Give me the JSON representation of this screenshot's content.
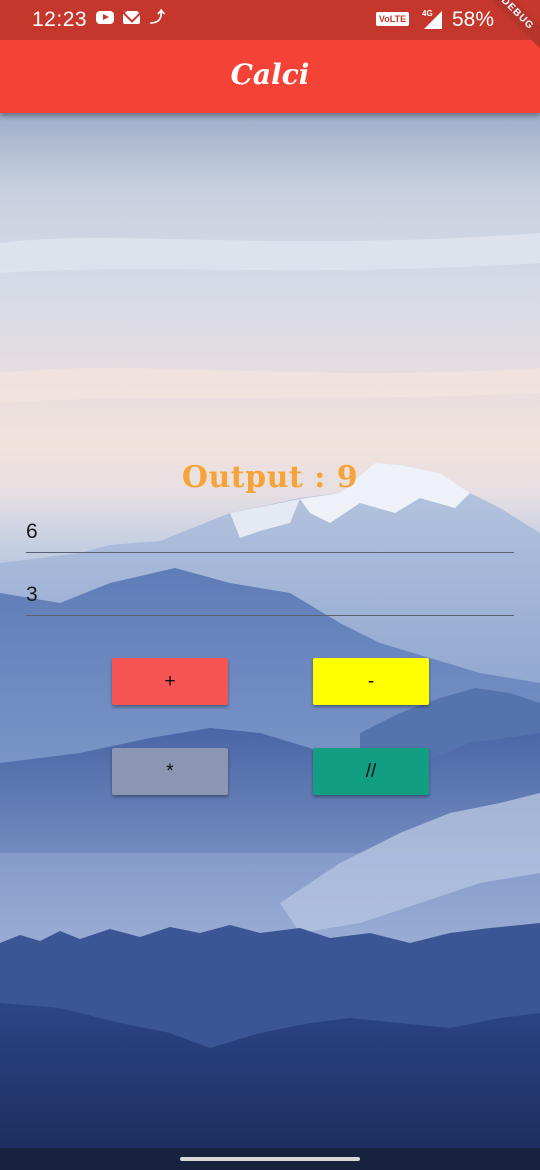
{
  "status_bar": {
    "time": "12:23",
    "volte": "VoLTE",
    "network": "4G",
    "battery": "58%",
    "debug_banner": "DEBUG",
    "icons": [
      "youtube-icon",
      "gmail-icon",
      "missed-call-icon",
      "signal-icon",
      "battery-icon"
    ]
  },
  "app_bar": {
    "title": "Calci",
    "color": "#f44336"
  },
  "calculator": {
    "output_text": "Output : 9",
    "first_number": "6",
    "second_number": "3",
    "buttons": [
      {
        "label": "+",
        "color": "#f65353"
      },
      {
        "label": "-",
        "color": "#ffff00"
      },
      {
        "label": "*",
        "color": "#8a96b2"
      },
      {
        "label": "//",
        "color": "#129e82"
      }
    ]
  }
}
